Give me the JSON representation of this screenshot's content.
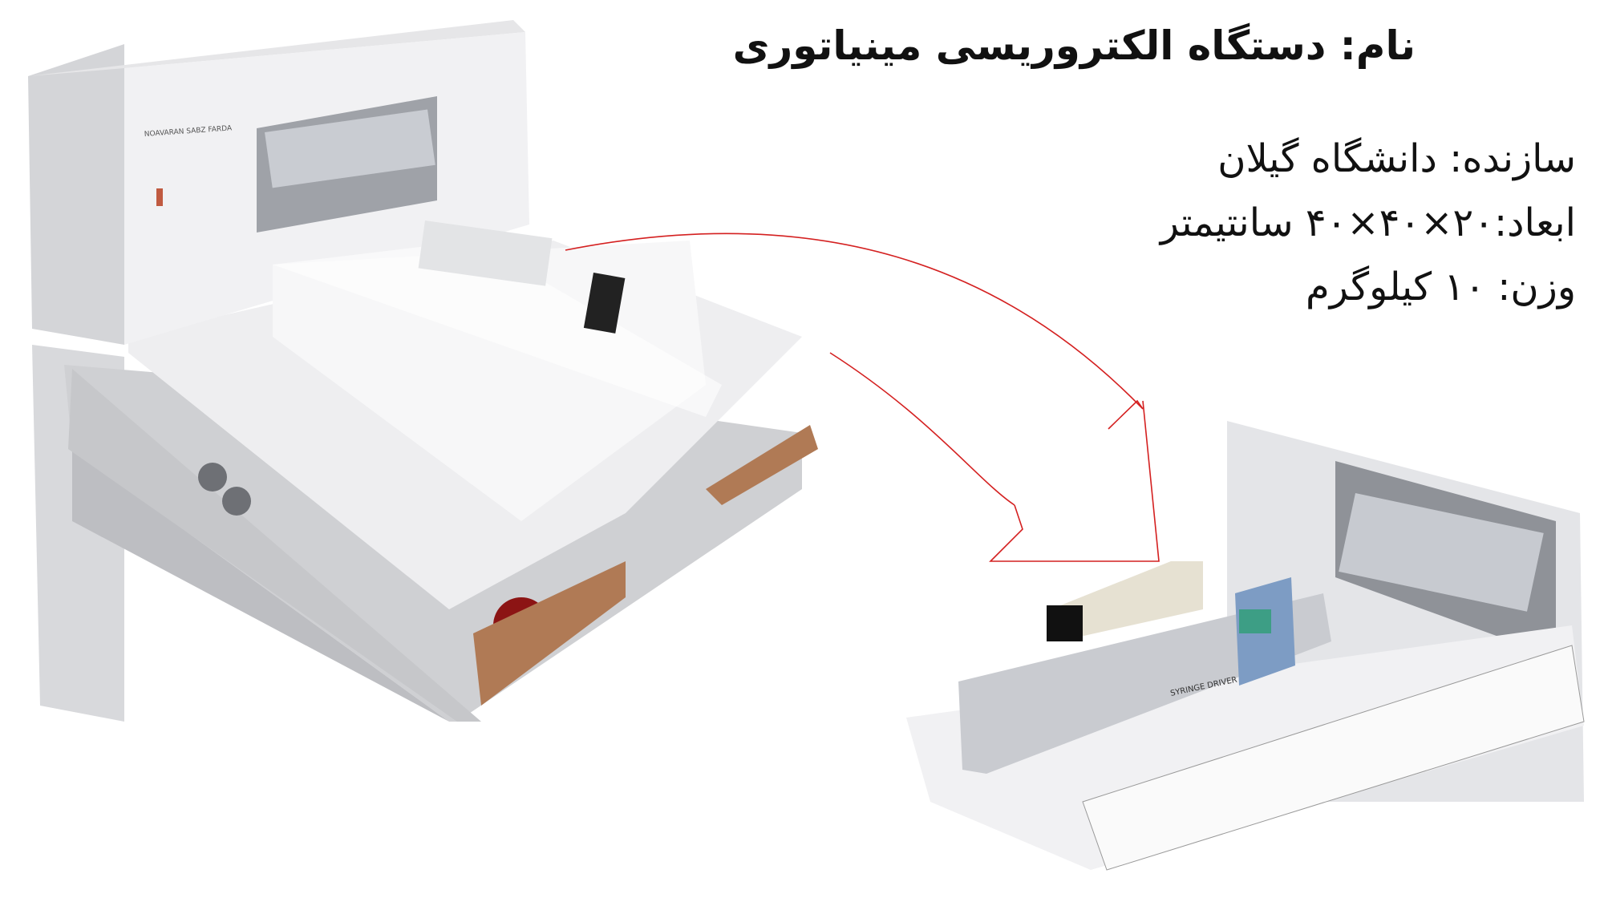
{
  "title": "نام: دستگاه الکتروریسی  مینیاتوری",
  "specs": {
    "maker": "سازنده: دانشگاه گیلان",
    "dimensions": "ابعاد:۲۰×۴۰×۴۰ سانتیمتر",
    "weight": "وزن: ۱۰ کیلوگرم"
  },
  "device_labels": {
    "brand": "NOAVARAN SABZ FARDA",
    "syringe_driver": "SYRINGE DRIVER"
  },
  "colors": {
    "arrow": "#d42020",
    "device": "#e8e9ec"
  }
}
